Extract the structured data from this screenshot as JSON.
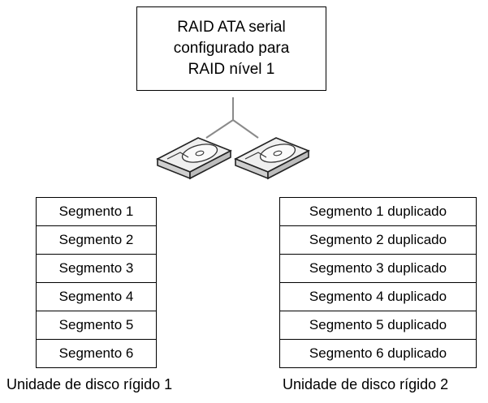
{
  "raid_box": {
    "lines": [
      "RAID ATA serial",
      "configurado para",
      "RAID nível 1"
    ]
  },
  "drive1": {
    "segments": [
      "Segmento 1",
      "Segmento 2",
      "Segmento 3",
      "Segmento 4",
      "Segmento 5",
      "Segmento 6"
    ],
    "label": "Unidade de disco rígido 1"
  },
  "drive2": {
    "segments": [
      "Segmento 1 duplicado",
      "Segmento 2 duplicado",
      "Segmento 3 duplicado",
      "Segmento 4 duplicado",
      "Segmento 5 duplicado",
      "Segmento 6 duplicado"
    ],
    "label": "Unidade de disco rígido 2"
  },
  "icons": [
    "hard-drive-icon",
    "hard-drive-icon"
  ]
}
